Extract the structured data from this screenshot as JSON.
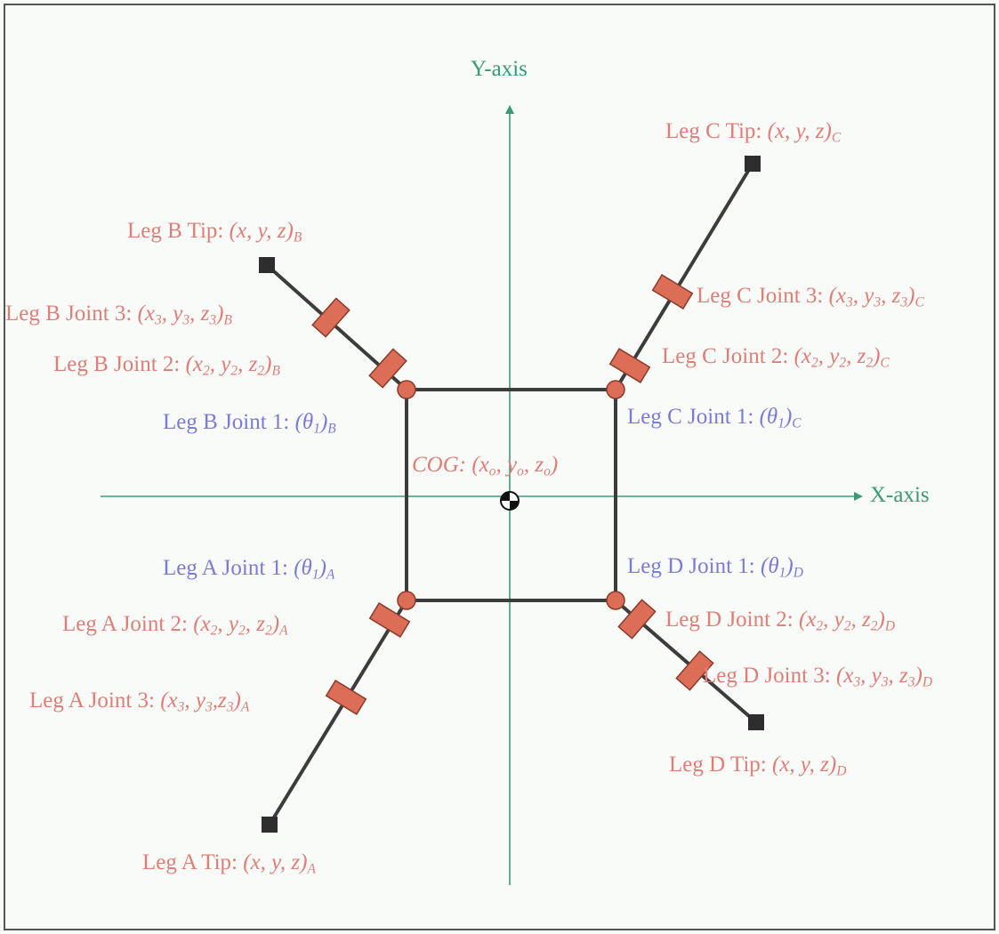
{
  "colors": {
    "axis": "#3a9a78",
    "body": "#3c3c3c",
    "joint_fill": "#dc6e58",
    "joint_stroke": "#8a3a2a",
    "label_red": "#e07d77",
    "label_blue": "#7c7ad8",
    "background": "#f8fbf8"
  },
  "axes": {
    "x_label": "X-axis",
    "y_label": "Y-axis"
  },
  "cog": {
    "prefix": "COG: ",
    "expr": "(x",
    "s1": "o",
    "m1": ", y",
    "s2": "o",
    "m2": ", z",
    "s3": "o",
    "suffix": ")"
  },
  "legs": {
    "A": {
      "tip_prefix": "Leg A Tip: ",
      "tip_expr": "(x, y, z)",
      "tip_sub": "A",
      "j1_prefix": "Leg A Joint 1: ",
      "j1_open": "(θ",
      "j1_num": "1",
      "j1_close": ")",
      "j1_sub": "A",
      "j2_prefix": "Leg A Joint 2: ",
      "j2_x": "(x",
      "j2_y": ", y",
      "j2_z": ", z",
      "j2_close": ")",
      "j2_num": "2",
      "j2_sub": "A",
      "j3_prefix": "Leg A Joint 3: ",
      "j3_x": "(x",
      "j3_y": ", y",
      "j3_z": ",z",
      "j3_close": ")",
      "j3_num": "3",
      "j3_sub": "A"
    },
    "B": {
      "tip_prefix": "Leg B Tip: ",
      "tip_expr": "(x, y, z)",
      "tip_sub": "B",
      "j1_prefix": "Leg B Joint 1: ",
      "j1_open": "(θ",
      "j1_num": "1",
      "j1_close": ")",
      "j1_sub": "B",
      "j2_prefix": "Leg B Joint 2: ",
      "j2_x": "(x",
      "j2_y": ", y",
      "j2_z": ", z",
      "j2_close": ")",
      "j2_num": "2",
      "j2_sub": "B",
      "j3_prefix": "Leg B Joint 3: ",
      "j3_x": "(x",
      "j3_y": ", y",
      "j3_z": ", z",
      "j3_close": ")",
      "j3_num": "3",
      "j3_sub": "B"
    },
    "C": {
      "tip_prefix": "Leg C Tip: ",
      "tip_expr": "(x, y, z)",
      "tip_sub": "C",
      "j1_prefix": "Leg C Joint 1: ",
      "j1_open": "(θ",
      "j1_num": "1",
      "j1_close": ")",
      "j1_sub": "C",
      "j2_prefix": "Leg C Joint 2: ",
      "j2_x": "(x",
      "j2_y": ", y",
      "j2_z": ", z",
      "j2_close": ")",
      "j2_num": "2",
      "j2_sub": "C",
      "j3_prefix": "Leg C Joint 3: ",
      "j3_x": "(x",
      "j3_y": ", y",
      "j3_z": ", z",
      "j3_close": ")",
      "j3_num": "3",
      "j3_sub": "C"
    },
    "D": {
      "tip_prefix": "Leg D Tip: ",
      "tip_expr": "(x, y, z)",
      "tip_sub": "D",
      "j1_prefix": "Leg D Joint 1: ",
      "j1_open": "(θ",
      "j1_num": "1",
      "j1_close": ")",
      "j1_sub": "D",
      "j2_prefix": "Leg D Joint 2: ",
      "j2_x": "(x",
      "j2_y": ", y",
      "j2_z": ", z",
      "j2_close": ")",
      "j2_num": "2",
      "j2_sub": "D",
      "j3_prefix": "Leg D Joint 3: ",
      "j3_x": "(x",
      "j3_y": ", y",
      "j3_z": ", z",
      "j3_close": ")",
      "j3_num": "3",
      "j3_sub": "D"
    }
  }
}
